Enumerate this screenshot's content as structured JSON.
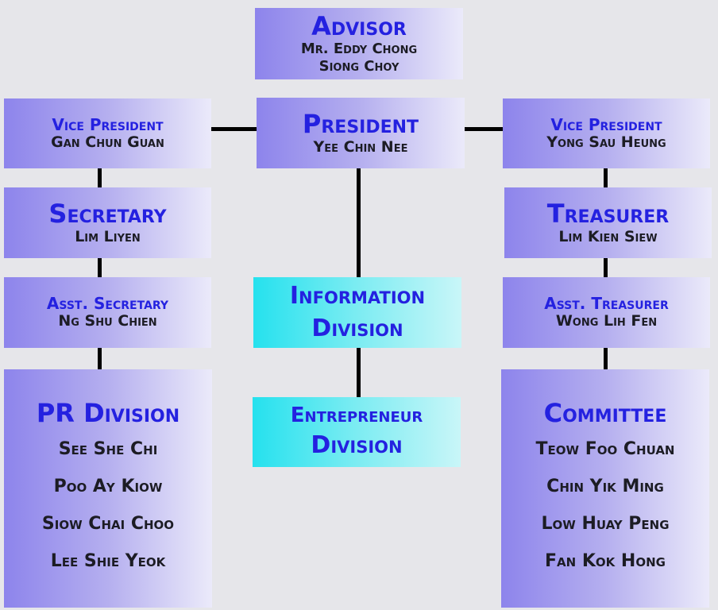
{
  "advisor": {
    "role": "Advisor",
    "name_line1": "Mr. Eddy Chong",
    "name_line2": "Siong Choy"
  },
  "president": {
    "role": "President",
    "name": "Yee Chin Nee"
  },
  "vp_left": {
    "role": "Vice President",
    "name": "Gan Chun Guan"
  },
  "vp_right": {
    "role": "Vice President",
    "name": "Yong Sau Heung"
  },
  "secretary": {
    "role": "Secretary",
    "name": "Lim Liyen"
  },
  "treasurer": {
    "role": "Treasurer",
    "name": "Lim Kien Siew"
  },
  "asst_secretary": {
    "role": "Asst. Secretary",
    "name": "Ng Shu Chien"
  },
  "asst_treasurer": {
    "role": "Asst. Treasurer",
    "name": "Wong Lih Fen"
  },
  "information_division": {
    "line1": "Information",
    "line2": "Division"
  },
  "entrepreneur_division": {
    "line1": "Entrepreneur",
    "line2": "Division"
  },
  "pr_division": {
    "title": "PR Division",
    "members": [
      "See She Chi",
      "Poo Ay Kiow",
      "Siow Chai Choo",
      "Lee Shie Yeok"
    ]
  },
  "committee": {
    "title": "Committee",
    "members": [
      "Teow Foo Chuan",
      "Chin Yik Ming",
      "Low Huay Peng",
      "Fan Kok Hong"
    ]
  },
  "colors": {
    "role_text": "#2421e0",
    "name_text": "#1c1c24",
    "box_gradient_start": "#8d84ec",
    "division_gradient_start": "#25e1ee",
    "background": "#e6e6ea",
    "connector": "#000000"
  }
}
